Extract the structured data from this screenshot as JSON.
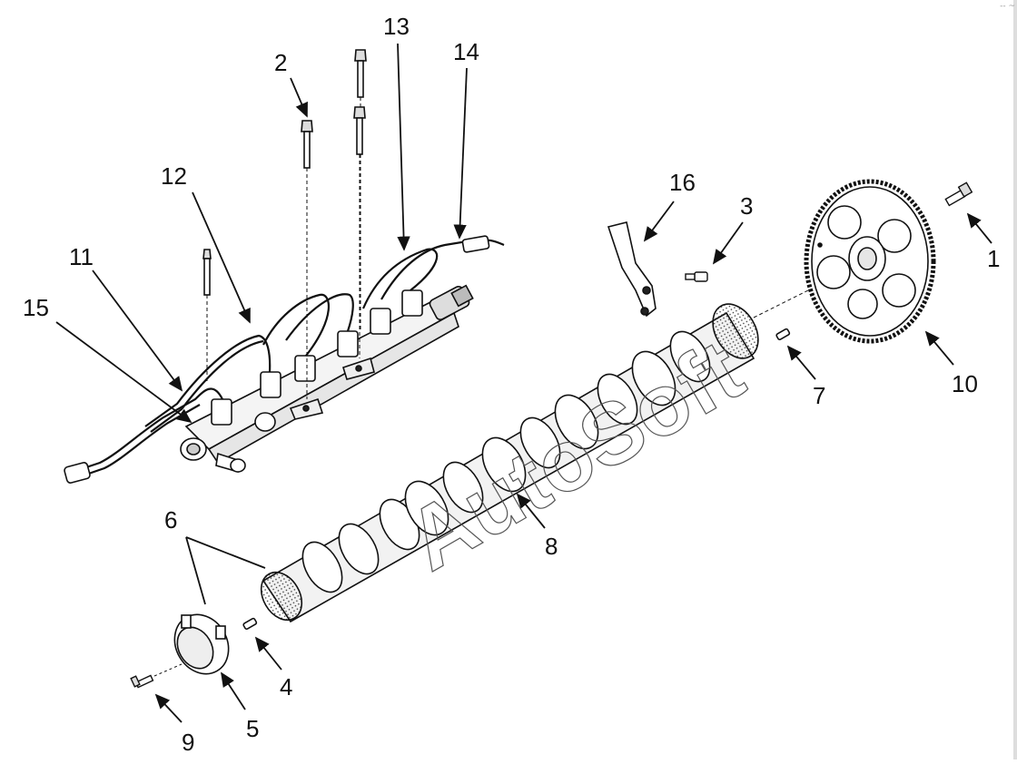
{
  "diagram": {
    "watermark": "AutoSoft",
    "corner_mark": "-- ~",
    "callouts": [
      {
        "id": "1",
        "label": "1"
      },
      {
        "id": "2",
        "label": "2"
      },
      {
        "id": "3",
        "label": "3"
      },
      {
        "id": "4",
        "label": "4"
      },
      {
        "id": "5",
        "label": "5"
      },
      {
        "id": "6",
        "label": "6"
      },
      {
        "id": "7",
        "label": "7"
      },
      {
        "id": "8",
        "label": "8"
      },
      {
        "id": "9",
        "label": "9"
      },
      {
        "id": "10",
        "label": "10"
      },
      {
        "id": "11",
        "label": "11"
      },
      {
        "id": "12",
        "label": "12"
      },
      {
        "id": "13",
        "label": "13"
      },
      {
        "id": "14",
        "label": "14"
      },
      {
        "id": "15",
        "label": "15"
      },
      {
        "id": "16",
        "label": "16"
      }
    ]
  }
}
